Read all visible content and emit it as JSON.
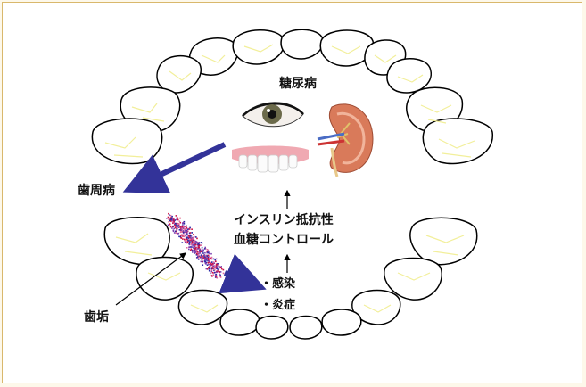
{
  "labels": {
    "diabetes": "糖尿病",
    "periodontal": "歯周病",
    "plaque": "歯垢",
    "insulin_line1": "インスリン抵抗性",
    "insulin_line2": "血糖コントロール",
    "infection": "・感染",
    "inflammation": "・炎症"
  },
  "colors": {
    "arrow_blue": "#333399",
    "tooth_outline": "#000000",
    "tooth_fissure": "#f2ef9a",
    "frame_border": "#d9b86c",
    "plaque_red": "#cc1144",
    "plaque_blue": "#2a2aa8"
  },
  "icons": [
    "eye-icon",
    "gums-teeth-icon",
    "kidney-icon"
  ]
}
